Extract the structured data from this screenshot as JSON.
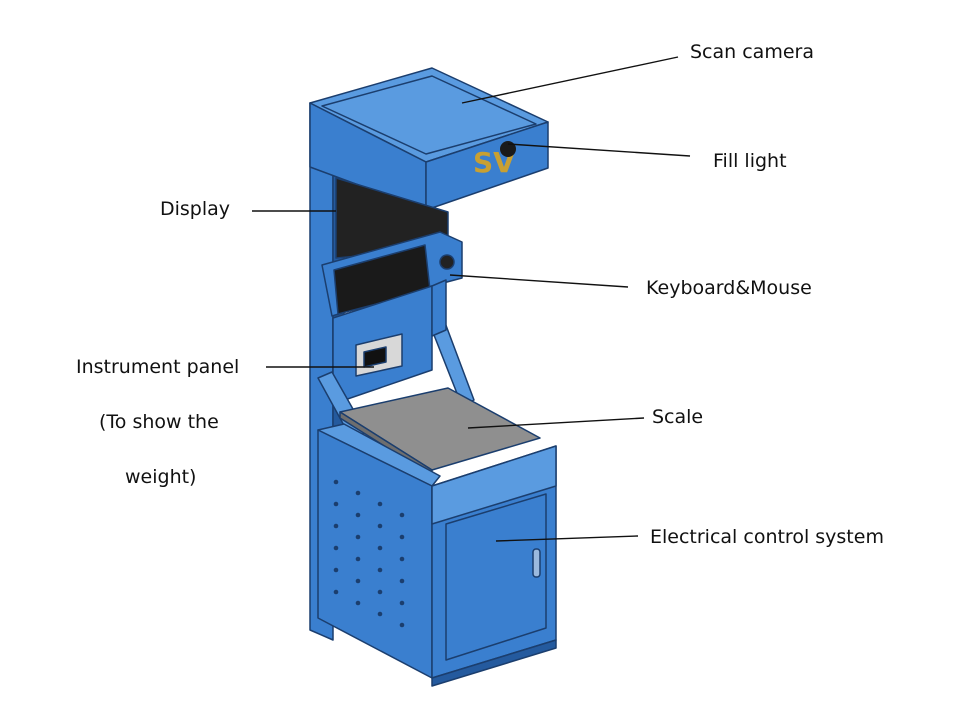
{
  "labels": {
    "scan_camera": "Scan camera",
    "fill_light": "Fill light",
    "display": "Display",
    "keyboard_mouse": "Keyboard&Mouse",
    "instrument_panel": "Instrument panel",
    "instrument_note_1": "(To show the",
    "instrument_note_2": "weight)",
    "scale": "Scale",
    "electrical_control": "Electrical control system"
  },
  "logo_text": "SV",
  "colors": {
    "frame": "#3a7fcf",
    "frame_light": "#5a9be0",
    "frame_dark": "#245a9e",
    "edge": "#1b3e6e",
    "screen": "#222222",
    "scale_top": "#8f8f8f",
    "logo": "#c8a032"
  }
}
